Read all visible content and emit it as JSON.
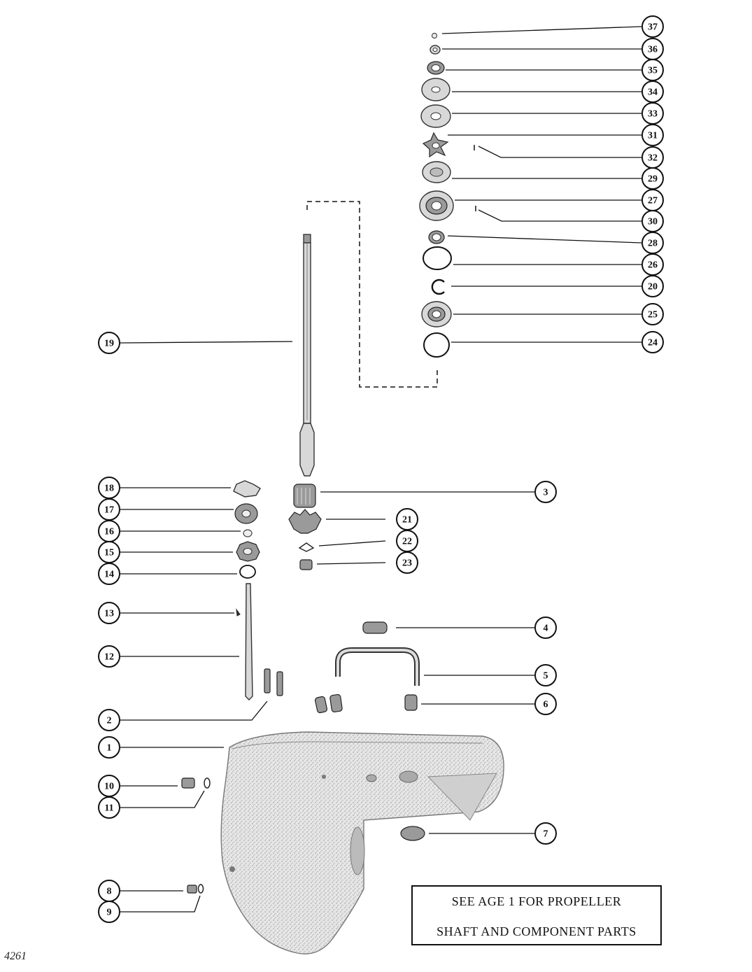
{
  "note": {
    "line1": "SEE   AGE 1   FOR PROPELLER",
    "line2": "SHAFT AND COMPONENT PARTS"
  },
  "figure_number": "4261",
  "callouts": [
    {
      "label": "37"
    },
    {
      "label": "36"
    },
    {
      "label": "35"
    },
    {
      "label": "34"
    },
    {
      "label": "33"
    },
    {
      "label": "31"
    },
    {
      "label": "32"
    },
    {
      "label": "29"
    },
    {
      "label": "27"
    },
    {
      "label": "30"
    },
    {
      "label": "28"
    },
    {
      "label": "26"
    },
    {
      "label": "20"
    },
    {
      "label": "25"
    },
    {
      "label": "24"
    },
    {
      "label": "19"
    },
    {
      "label": "3"
    },
    {
      "label": "21"
    },
    {
      "label": "22"
    },
    {
      "label": "23"
    },
    {
      "label": "18"
    },
    {
      "label": "17"
    },
    {
      "label": "16"
    },
    {
      "label": "15"
    },
    {
      "label": "14"
    },
    {
      "label": "13"
    },
    {
      "label": "12"
    },
    {
      "label": "4"
    },
    {
      "label": "5"
    },
    {
      "label": "6"
    },
    {
      "label": "2"
    },
    {
      "label": "1"
    },
    {
      "label": "10"
    },
    {
      "label": "11"
    },
    {
      "label": "7"
    },
    {
      "label": "8"
    },
    {
      "label": "9"
    }
  ]
}
